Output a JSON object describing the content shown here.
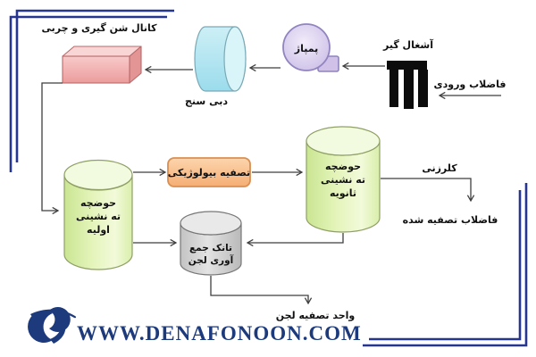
{
  "diagram": {
    "nodes": {
      "inlet": {
        "label": "فاضلاب ورودی"
      },
      "bar_screen": {
        "label": "آشغال گیر"
      },
      "pump": {
        "label": "پمپاژ"
      },
      "flow_meter": {
        "label": "دبی سنج"
      },
      "grit_channel": {
        "label": "کانال شن گیری و چربی"
      },
      "primary_basin": {
        "lines": [
          "حوضچه",
          "ته نشینی",
          "اولیه"
        ]
      },
      "bio_treatment": {
        "label": "تصفیه بیولوژیکی"
      },
      "secondary_basin": {
        "lines": [
          "حوضچه",
          "ته نشینی",
          "ثانویه"
        ]
      },
      "chlorination": {
        "label": "کلرزنی"
      },
      "treated_outlet": {
        "label": "فاضلاب تصفیه شده"
      },
      "sludge_tank": {
        "lines": [
          "تانک جمع",
          "آوری لجن"
        ]
      },
      "sludge_unit": {
        "label": "واحد تصفیه لجن"
      }
    }
  },
  "watermark": {
    "url": "WWW.DENAFONOON.COM"
  },
  "colors": {
    "frame_blue": "#26358f",
    "watermark_navy": "#1d3a7c",
    "arrow_gray": "#3f3f3f",
    "screen_black": "#0c0c0c",
    "pump_purple": "#d4c7ea",
    "flow_meter_cyan": "#aee4f0",
    "grit_channel_pink": "#f2abab",
    "basin_green": "#ddf1ad",
    "bio_orange": "#f9bd8b",
    "sludge_gray": "#cccccc"
  }
}
